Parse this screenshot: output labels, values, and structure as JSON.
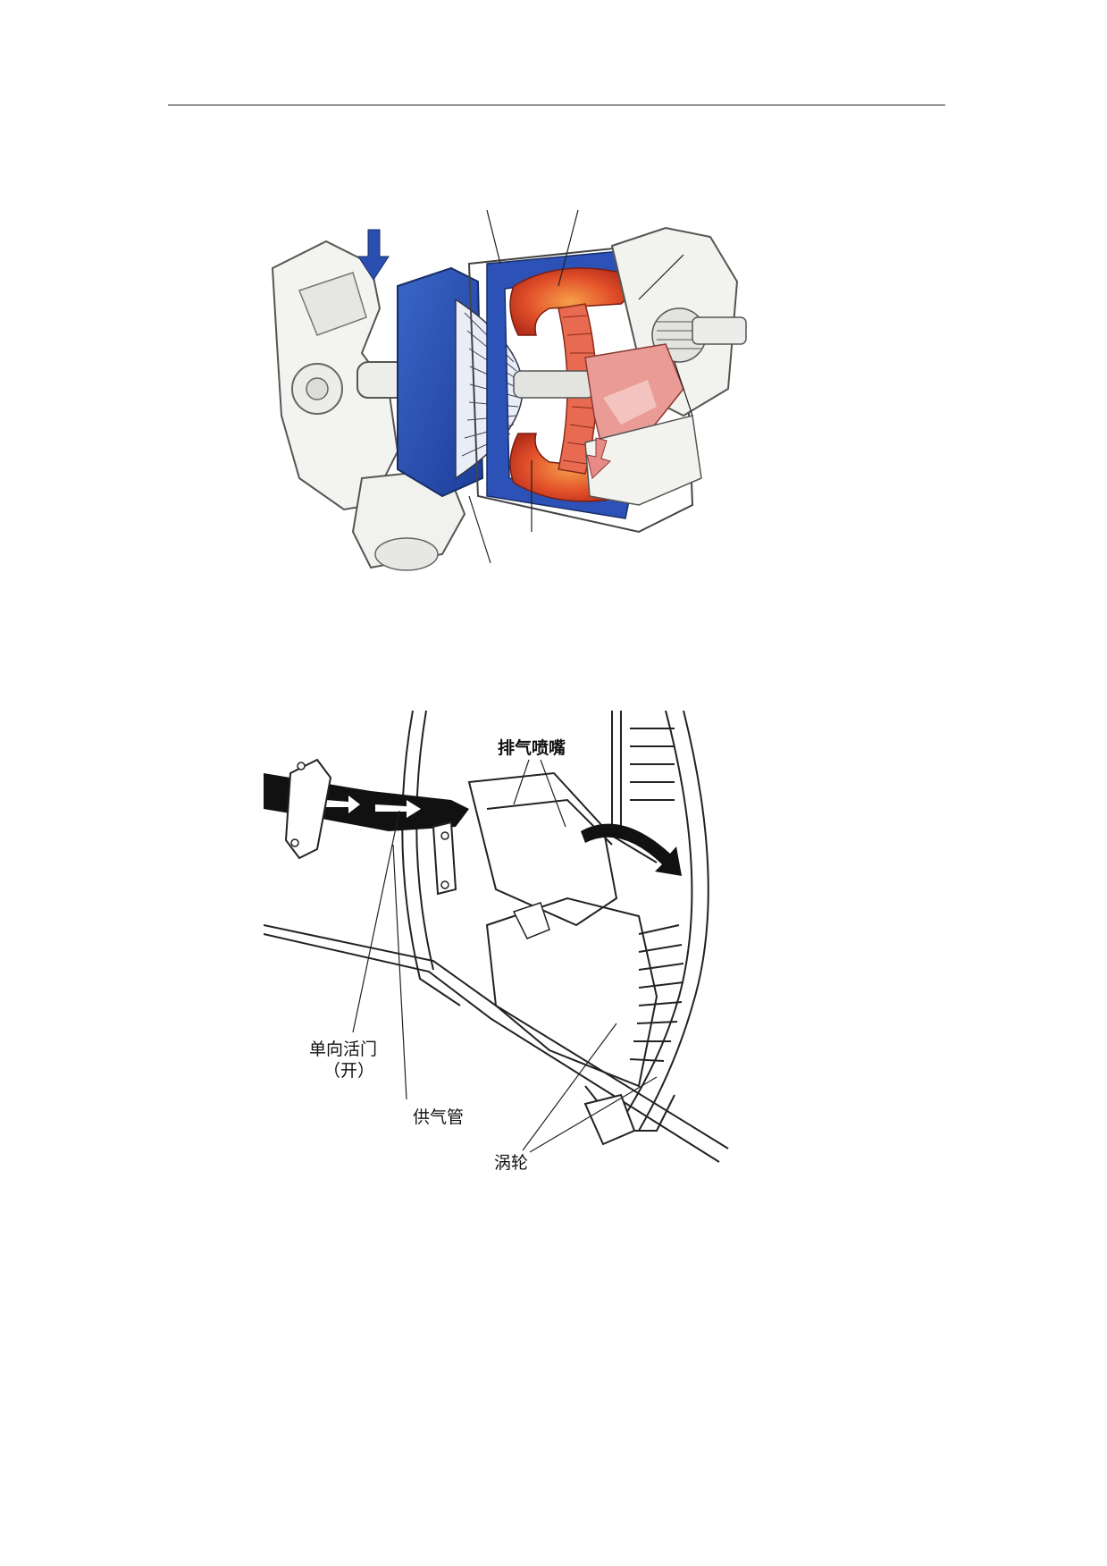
{
  "figure2": {
    "labels": {
      "exhaust_nozzle": "排气喷嘴",
      "check_valve": "单向活门",
      "check_valve_state": "（开）",
      "supply_pipe": "供气管",
      "turbine": "涡轮"
    }
  },
  "colors": {
    "cold_air": "#2a4fb0",
    "hot_section": "#d9401f",
    "exhaust": "#e88a86",
    "line_art": "#222222"
  }
}
